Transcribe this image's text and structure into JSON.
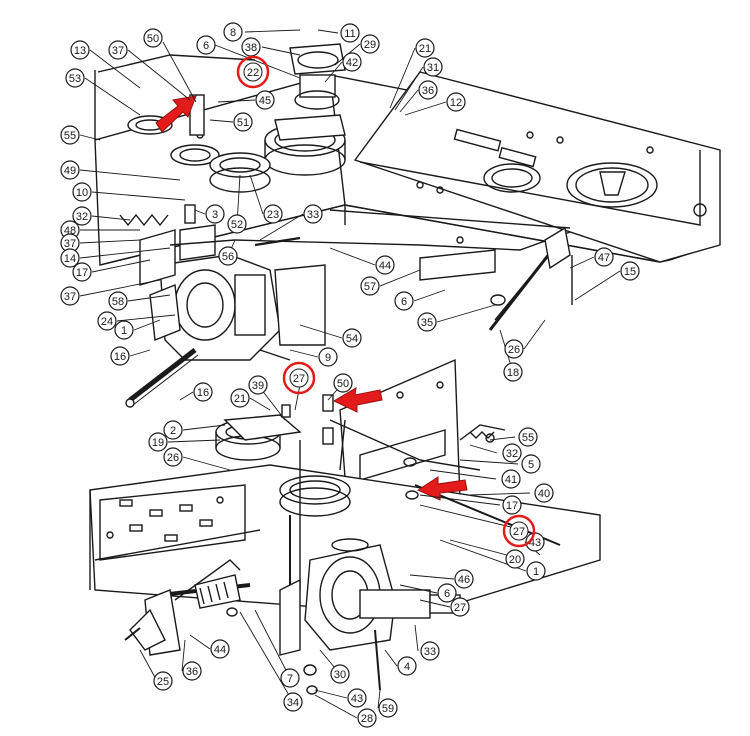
{
  "diagram": {
    "callouts": [
      {
        "id": "c1",
        "label": "8"
      },
      {
        "id": "c2",
        "label": "11"
      },
      {
        "id": "c3",
        "label": "13"
      },
      {
        "id": "c4",
        "label": "37"
      },
      {
        "id": "c5",
        "label": "50"
      },
      {
        "id": "c6",
        "label": "6"
      },
      {
        "id": "c7",
        "label": "38"
      },
      {
        "id": "c8",
        "label": "29"
      },
      {
        "id": "c9",
        "label": "42"
      },
      {
        "id": "c10",
        "label": "21"
      },
      {
        "id": "c11",
        "label": "31"
      },
      {
        "id": "c12",
        "label": "36"
      },
      {
        "id": "c13",
        "label": "12"
      },
      {
        "id": "c14",
        "label": "53"
      },
      {
        "id": "c15",
        "label": "45"
      },
      {
        "id": "c16",
        "label": "51"
      },
      {
        "id": "c17",
        "label": "55"
      },
      {
        "id": "c18",
        "label": "49"
      },
      {
        "id": "c19",
        "label": "10"
      },
      {
        "id": "c20",
        "label": "3"
      },
      {
        "id": "c21",
        "label": "52"
      },
      {
        "id": "c22",
        "label": "23"
      },
      {
        "id": "c23",
        "label": "33"
      },
      {
        "id": "c24",
        "label": "32"
      },
      {
        "id": "c25",
        "label": "48"
      },
      {
        "id": "c26",
        "label": "37"
      },
      {
        "id": "c27",
        "label": "14"
      },
      {
        "id": "c28",
        "label": "17"
      },
      {
        "id": "c29",
        "label": "56"
      },
      {
        "id": "c30",
        "label": "44"
      },
      {
        "id": "c31",
        "label": "37"
      },
      {
        "id": "c32",
        "label": "58"
      },
      {
        "id": "c33",
        "label": "24"
      },
      {
        "id": "c34",
        "label": "1"
      },
      {
        "id": "c35",
        "label": "57"
      },
      {
        "id": "c36",
        "label": "47"
      },
      {
        "id": "c37",
        "label": "15"
      },
      {
        "id": "c38",
        "label": "6"
      },
      {
        "id": "c39",
        "label": "35"
      },
      {
        "id": "c40",
        "label": "54"
      },
      {
        "id": "c41",
        "label": "16"
      },
      {
        "id": "c42",
        "label": "9"
      },
      {
        "id": "c43",
        "label": "26"
      },
      {
        "id": "c44",
        "label": "18"
      },
      {
        "id": "c45",
        "label": "39"
      },
      {
        "id": "c46",
        "label": "50"
      },
      {
        "id": "c47",
        "label": "16"
      },
      {
        "id": "c48",
        "label": "21"
      },
      {
        "id": "c49",
        "label": "2"
      },
      {
        "id": "c50",
        "label": "19"
      },
      {
        "id": "c51",
        "label": "26"
      },
      {
        "id": "c52",
        "label": "55"
      },
      {
        "id": "c53",
        "label": "32"
      },
      {
        "id": "c54",
        "label": "5"
      },
      {
        "id": "c55",
        "label": "41"
      },
      {
        "id": "c56",
        "label": "40"
      },
      {
        "id": "c57",
        "label": "17"
      },
      {
        "id": "c58",
        "label": "43"
      },
      {
        "id": "c59",
        "label": "20"
      },
      {
        "id": "c60",
        "label": "1"
      },
      {
        "id": "c61",
        "label": "46"
      },
      {
        "id": "c62",
        "label": "6"
      },
      {
        "id": "c63",
        "label": "27"
      },
      {
        "id": "c64",
        "label": "44"
      },
      {
        "id": "c65",
        "label": "33"
      },
      {
        "id": "c66",
        "label": "36"
      },
      {
        "id": "c67",
        "label": "4"
      },
      {
        "id": "c68",
        "label": "25"
      },
      {
        "id": "c69",
        "label": "7"
      },
      {
        "id": "c70",
        "label": "30"
      },
      {
        "id": "c71",
        "label": "34"
      },
      {
        "id": "c72",
        "label": "43"
      },
      {
        "id": "c73",
        "label": "59"
      },
      {
        "id": "c74",
        "label": "28"
      }
    ],
    "highlights": [
      {
        "id": "h1",
        "label": "22"
      },
      {
        "id": "h2",
        "label": "27"
      },
      {
        "id": "h3",
        "label": "27"
      }
    ],
    "colors": {
      "ink": "#1a1a1a",
      "highlight": "#e31b1b",
      "arrow": "#e31b1b",
      "background": "#ffffff"
    }
  }
}
